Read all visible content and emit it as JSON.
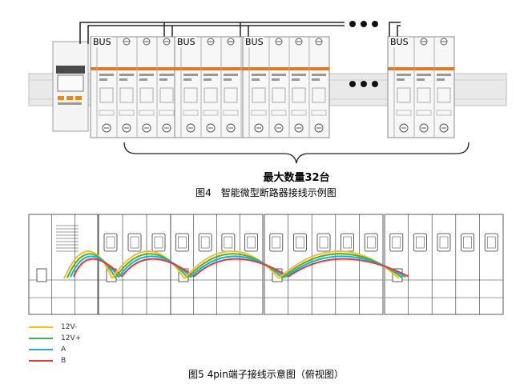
{
  "figure4": {
    "bus_label": "BUS",
    "max_count": "最大数量32台",
    "caption": "图4　智能微型断路器接线示例图"
  },
  "figure5": {
    "caption": "图5 4pin端子接线示意图（俯视图）",
    "legend": [
      {
        "label": "12V-",
        "color": "#f0c419"
      },
      {
        "label": "12V+",
        "color": "#3cb54a"
      },
      {
        "label": "A",
        "color": "#2aa6e0"
      },
      {
        "label": "B",
        "color": "#e53935"
      }
    ]
  },
  "colors": {
    "orange_band": "#e07a20",
    "line": "#333333"
  }
}
